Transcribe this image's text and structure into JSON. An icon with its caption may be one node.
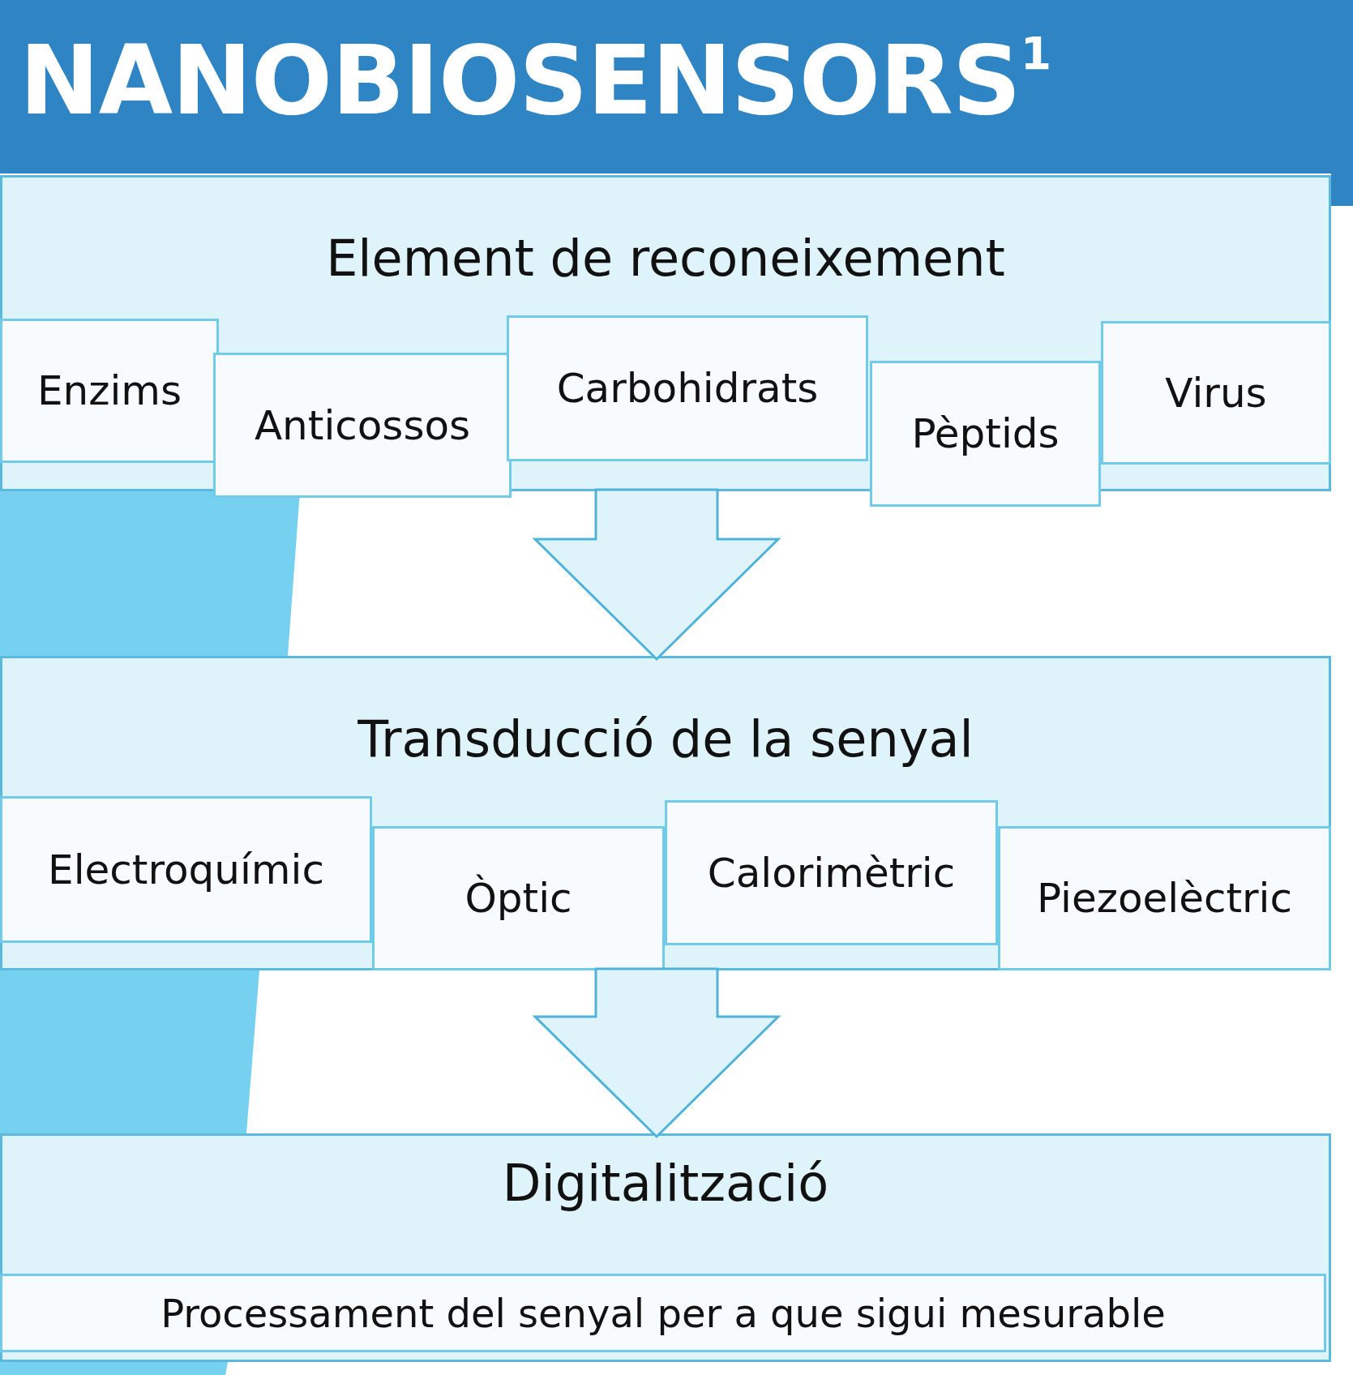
{
  "diagram": {
    "title": "NANOBIOSENSORS$^{1}$",
    "nodes": [
      {
        "text": [
          "Element de reconeixement"
        ]
      },
      {
        "text": [
          "Enzims"
        ],
        "in": 0
      },
      {
        "text": [
          "Anticossos"
        ],
        "in": 0
      },
      {
        "text": [
          "Carbohidrats"
        ],
        "in": 0
      },
      {
        "text": [
          "Pèptids"
        ],
        "in": 0
      },
      {
        "text": [
          "Virus"
        ],
        "in": 0
      },
      {
        "text": [
          "Transducció de la senyal"
        ]
      },
      {
        "text": [
          "Electroquímic"
        ],
        "in": 6
      },
      {
        "text": [
          "Òptic"
        ],
        "in": 6
      },
      {
        "text": [
          "Calorimètric"
        ],
        "in": 6
      },
      {
        "text": [
          "Piezoelèctric"
        ],
        "in": 6
      },
      {
        "text": [
          "Digitalització"
        ]
      },
      {
        "text": [
          "Processament del senyal per a que sigui mesurable"
        ],
        "in": 11
      }
    ],
    "edges": [
      {
        "from": 0,
        "to": 6,
        "arrow": "to"
      },
      {
        "from": 6,
        "to": 11,
        "arrow": "to"
      }
    ]
  }
}
